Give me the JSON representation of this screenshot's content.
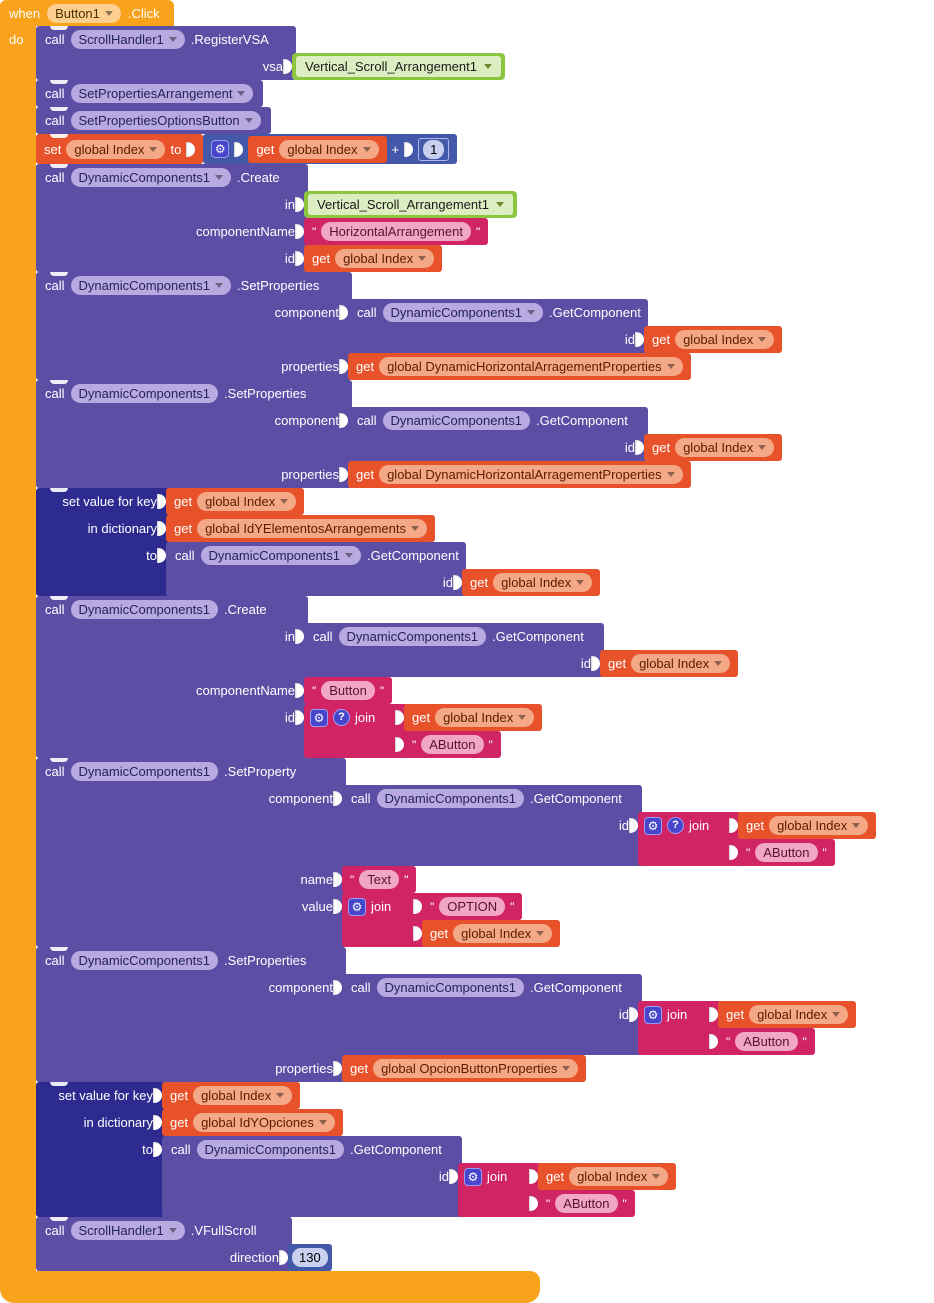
{
  "labels": {
    "when": "when",
    "do": "do",
    "call": "call",
    "set": "set",
    "to": "to",
    "get": "get",
    "join": "join",
    "in": "in",
    "id": "id",
    "vsa": "vsa",
    "component": "component",
    "componentName": "componentName",
    "properties": "properties",
    "name": "name",
    "value": "value",
    "direction": "direction",
    "plus": "+",
    "set_value_for_key": "set value for key",
    "in_dictionary": "in dictionary",
    "quote": "\""
  },
  "icons": {
    "gear": "⚙",
    "question": "?"
  },
  "v": {
    "button1": "Button1",
    "click": ".Click",
    "scroll_handler": "ScrollHandler1",
    "register_vsa": ".RegisterVSA",
    "v_full_scroll": ".VFullScroll",
    "vertical_scroll_arrangement": "Vertical_Scroll_Arrangement1",
    "proc_set_properties_arrangement": "SetPropertiesArrangement",
    "proc_set_properties_options_button": "SetPropertiesOptionsButton",
    "dynamic_components": "DynamicComponents1",
    "method_create": ".Create",
    "method_set_properties": ".SetProperties",
    "method_set_property": ".SetProperty",
    "method_get_component": ".GetComponent",
    "global_index": "global Index",
    "number_one": "1",
    "text_horizontal_arrangement": "HorizontalArrangement",
    "global_dynamic_horizontal_props": "global DynamicHorizontalArragementProperties",
    "global_id_y_elementos": "global IdYElementosArrangements",
    "global_id_y_opciones": "global IdYOpciones",
    "global_opcion_button_props": "global OpcionButtonProperties",
    "text_button": "Button",
    "text_abutton": "AButton",
    "text_text": "Text",
    "text_option": "OPTION",
    "direction_value": "130"
  },
  "colors": {
    "event": "#F9A21C",
    "method_call": "#5C4EA5",
    "variable": "#E8522A",
    "math": "#4458AA",
    "dictionary": "#2E2B90",
    "text": "#D02465",
    "component_border": "#8CC63E",
    "component_fill": "#DCEDC1"
  }
}
